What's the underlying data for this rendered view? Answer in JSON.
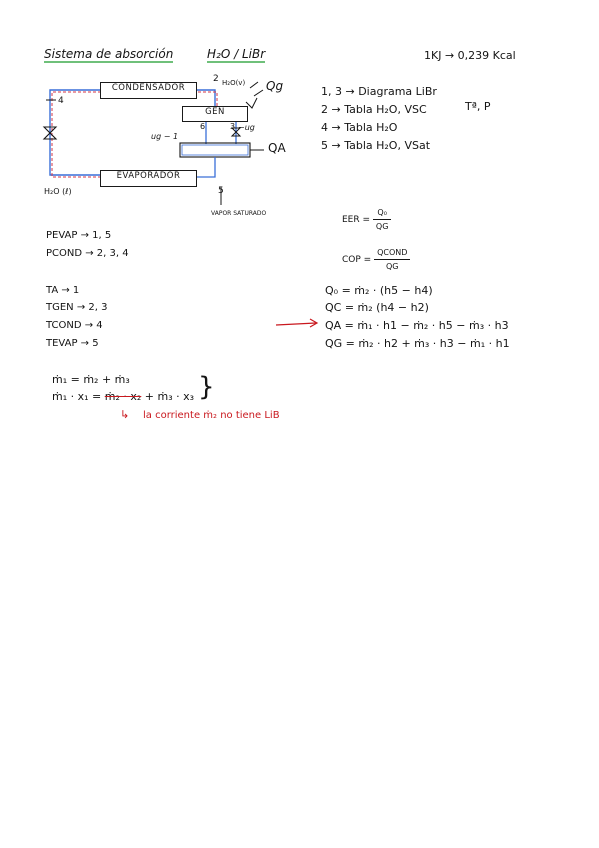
{
  "title": "Sistema de absorción",
  "title_formula": "H₂O / LiBr",
  "conversion": "1KJ → 0,239 Kcal",
  "diagram": {
    "condenser": "CONDENSADOR",
    "generator": "GEN",
    "evaporator": "EVAPORADOR",
    "label_2": "2",
    "label_h2o_v": "H₂O(v)",
    "label_qg": "Qg",
    "label_4": "4",
    "label_6": "6",
    "label_3": "3",
    "label_ug3": "−ug",
    "label_ug1": "ug − 1",
    "label_qa": "QA",
    "label_5": "5",
    "label_h2o_l": "H₂O (ℓ)",
    "label_vapor": "VAPOR SATURADO"
  },
  "legend": [
    "1, 3 → Diagrama LiBr",
    "2 → Tabla H₂O, VSC",
    "4 → Tabla H₂O",
    "5 → Tabla H₂O, VSat"
  ],
  "legend_tp": "Tª, P",
  "eer": {
    "lhs": "EER =",
    "num": "Q₀",
    "den": "QG"
  },
  "cop": {
    "lhs": "COP =",
    "num": "QCOND",
    "den": "QG"
  },
  "pressures": [
    "PEVAP → 1, 5",
    "PCOND → 2, 3, 4"
  ],
  "temperatures": [
    "TA → 1",
    "TGEN → 2, 3",
    "TCOND → 4",
    "TEVAP → 5"
  ],
  "energy": [
    "Q₀ = ṁ₂ · (h5 − h4)",
    "QC = ṁ₂ (h4 − h2)",
    "QA = ṁ₁ · h1 − ṁ₂ · h5 − ṁ₃ · h3",
    "QG = ṁ₂ · h2 + ṁ₃ · h3 − ṁ₁ · h1"
  ],
  "mass_balance": {
    "eq1": "ṁ₁ = ṁ₂ + ṁ₃",
    "eq2_a": "ṁ₁ · x₁ =",
    "eq2_struck": "ṁ₂ · x₂",
    "eq2_b": "+ ṁ₃ · x₃",
    "brace": "}",
    "note_arrow": "↳",
    "note": "la corriente ṁ₂ no tiene LiB"
  },
  "colors": {
    "ink": "#141414",
    "red": "#c9181e",
    "pipe_red": "#d0344a",
    "pipe_blue": "#3a6fd8",
    "highlight": "#6fc07a"
  }
}
